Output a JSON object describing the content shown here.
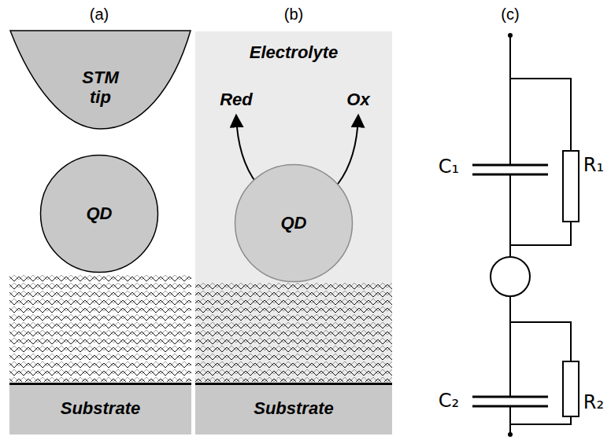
{
  "diagram": {
    "nodes": [
      {
        "text": [
          "STM tip"
        ]
      },
      {
        "text": [
          "QD"
        ]
      },
      {
        "text": [
          "Substrate"
        ]
      },
      {
        "text": [
          "Electrolyte"
        ]
      },
      {
        "text": [
          "QD"
        ],
        "in": 3
      },
      {
        "text": [
          "Substrate"
        ],
        "in": 3
      }
    ],
    "labels": [
      "(a)",
      "(b)",
      "(c)",
      "Red",
      "Ox",
      "C₁",
      "R₁",
      "C₂",
      "R₂"
    ]
  }
}
